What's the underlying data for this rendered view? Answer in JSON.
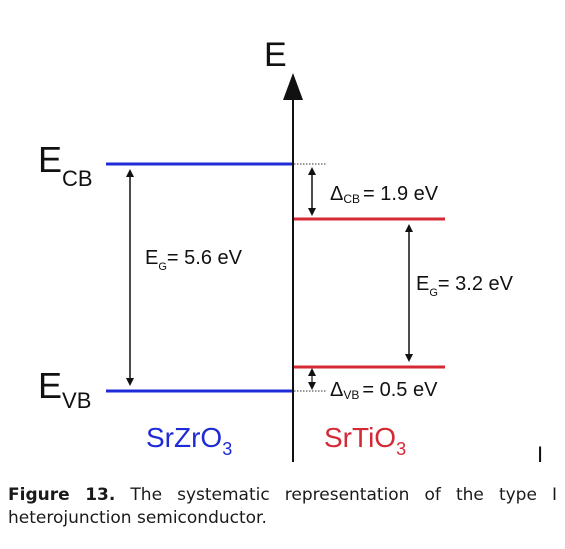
{
  "diagram": {
    "energy_axis_label": "E",
    "left": {
      "cb_label_main": "E",
      "cb_label_sub": "CB",
      "vb_label_main": "E",
      "vb_label_sub": "VB",
      "gap_main": "E",
      "gap_sub": "G",
      "gap_value": "= 5.6 eV",
      "material_main": "SrZrO",
      "material_sub": "3",
      "color": "#1f2bd6"
    },
    "right": {
      "delta_cb_main": "Δ",
      "delta_cb_sub": "CB",
      "delta_cb_value": "= 1.9 eV",
      "delta_vb_main": "Δ",
      "delta_vb_sub": "VB",
      "delta_vb_value": "= 0.5 eV",
      "gap_main": "E",
      "gap_sub": "G",
      "gap_value": "= 3.2 eV",
      "material_main": "SrTiO",
      "material_sub": "3",
      "color": "#d42a35"
    },
    "stray_mark": "I"
  },
  "caption": {
    "label": "Figure 13.",
    "text": "The systematic representation of the type I heterojunction semiconductor."
  }
}
